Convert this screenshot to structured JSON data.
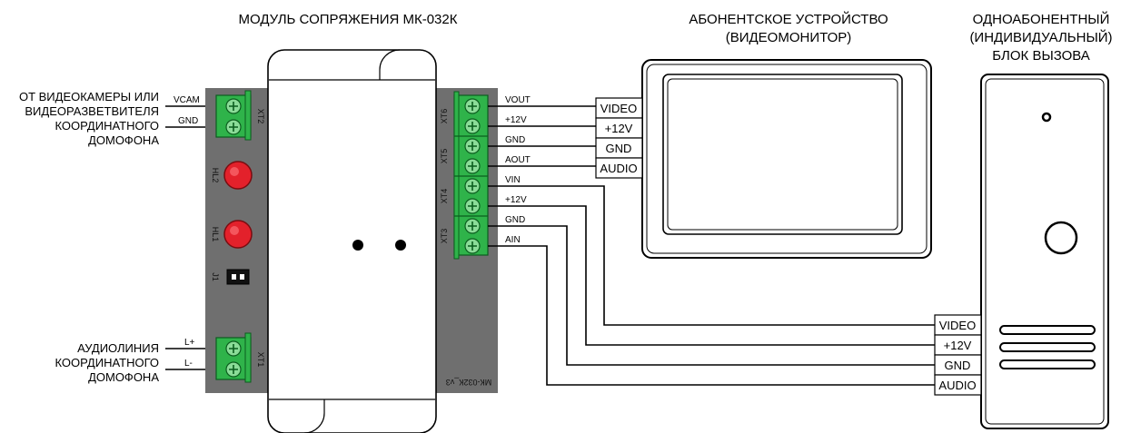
{
  "titles": {
    "module": "МОДУЛЬ СОПРЯЖЕНИЯ МК-032К",
    "monitor_l1": "АБОНЕНТСКОЕ УСТРОЙСТВО",
    "monitor_l2": "(ВИДЕОМОНИТОР)",
    "panel_l1": "ОДНОАБОНЕНТНЫЙ",
    "panel_l2": "(ИНДИВИДУАЛЬНЫЙ)",
    "panel_l3": "БЛОК ВЫЗОВА"
  },
  "left_labels": {
    "video_l1": "ОТ ВИДЕОКАМЕРЫ ИЛИ",
    "video_l2": "ВИДЕОРАЗВЕТВИТЕЛЯ",
    "video_l3": "КООРДИНАТНОГО",
    "video_l4": "ДОМОФОНА",
    "audio_l1": "АУДИОЛИНИЯ",
    "audio_l2": "КООРДИНАТНОГО",
    "audio_l3": "ДОМОФОНА"
  },
  "left_wires": {
    "vcam": "VCAM",
    "gnd": "GND",
    "lplus": "L+",
    "lminus": "L-"
  },
  "board": {
    "xt2": "XT2",
    "xt1": "XT1",
    "xt6": "XT6",
    "xt5": "XT5",
    "xt4": "XT4",
    "xt3": "XT3",
    "hl2": "HL2",
    "hl1": "HL1",
    "j1": "J1",
    "version": "МК-032К_v3"
  },
  "right_wires": {
    "vout": "VOUT",
    "p12a": "+12V",
    "gnda": "GND",
    "aout": "AOUT",
    "vin": "VIN",
    "p12b": "+12V",
    "gndb": "GND",
    "ain": "AIN"
  },
  "monitor_terminals": [
    "VIDEO",
    "+12V",
    "GND",
    "AUDIO"
  ],
  "panel_terminals": [
    "VIDEO",
    "+12V",
    "GND",
    "AUDIO"
  ],
  "colors": {
    "board": "#6f6f6f",
    "terminal": "#2fb34a",
    "led": "#e3212b"
  }
}
